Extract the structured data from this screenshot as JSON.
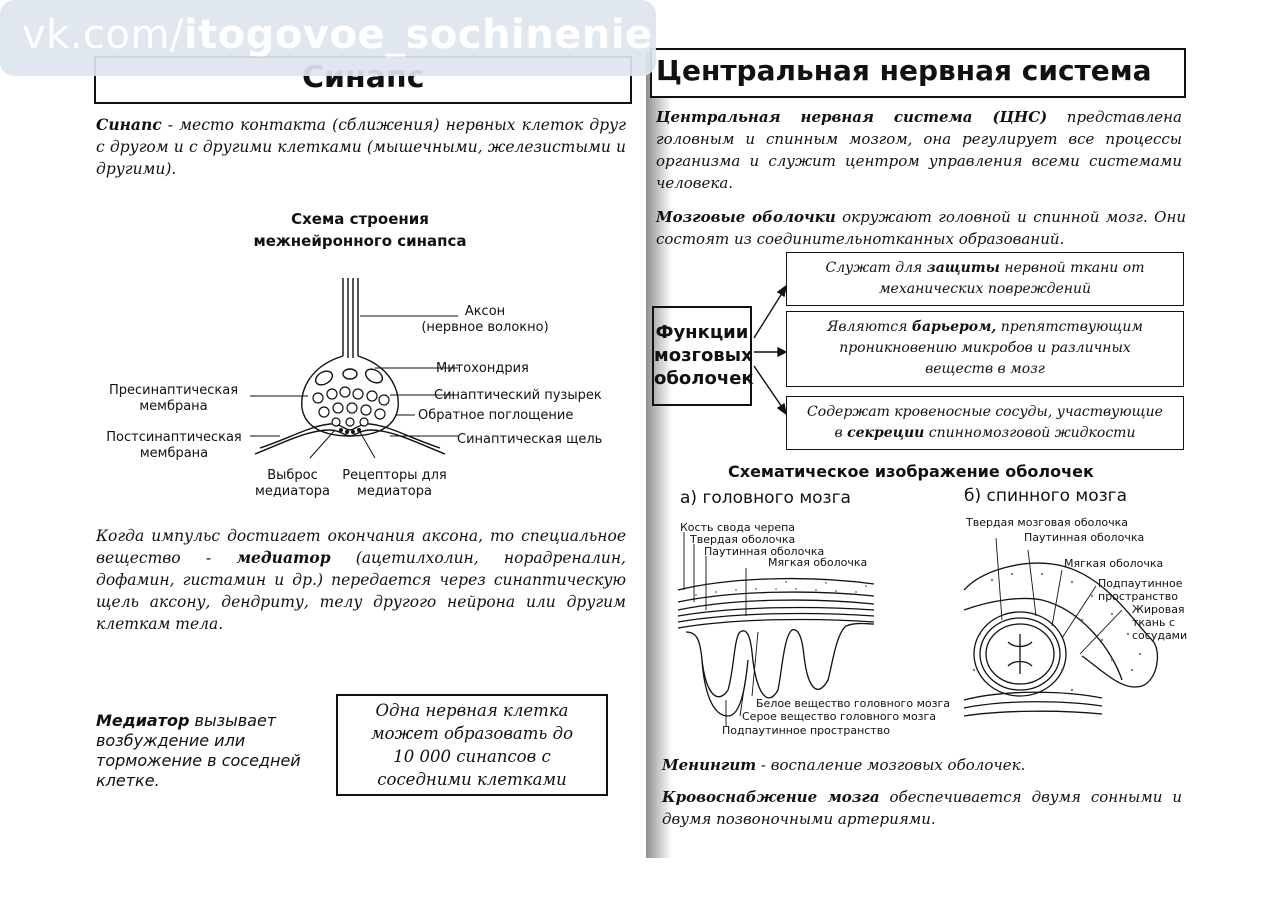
{
  "watermark": {
    "prefix": "vk.com/",
    "handle": "itogovoe_sochinenie"
  },
  "left": {
    "title": "Синапс",
    "def_term": "Синапс",
    "def_text": " - место контакта (сближения) нервных клеток друг с другом и с другими клетками (мышечными, железистыми и другими).",
    "scheme_title": [
      "Схема строения",
      "межнейронного синапса"
    ],
    "labels": {
      "axon": [
        "Аксон",
        "(нервное волокно)"
      ],
      "mito": "Митохондрия",
      "vesicle": "Синаптический пузырек",
      "reuptake": "Обратное поглощение",
      "cleft": "Синаптическая щель",
      "presyn": [
        "Пресинаптическая",
        "мембрана"
      ],
      "postsyn": [
        "Постсинаптическая",
        "мембрана"
      ],
      "release": [
        "Выброс",
        "медиатора"
      ],
      "receptors": [
        "Рецепторы для",
        "медиатора"
      ]
    },
    "impulse_a": "Когда импульс достигает окончания аксона, то специальное вещество - ",
    "impulse_term": "медиатор",
    "impulse_b": " (ацетилхолин, норадреналин, дофамин, гистамин и др.) передается через синаптическую щель аксону, дендриту, телу другого нейрона или другим клеткам тела.",
    "mediator_term": "Медиатор",
    "mediator_text": " вызывает возбуждение или торможение в соседней клетке.",
    "box_lines": [
      "Одна нервная клетка",
      "может образовать до",
      "10 000 синапсов с",
      "соседними клетками"
    ]
  },
  "right": {
    "title": "Центральная нервная система",
    "cns_term": "Центральная нервная система (ЦНС)",
    "cns_text": " представлена головным и спинным мозгом, она регулирует все процессы организма и служит центром управления всеми системами человека.",
    "mem_term": "Мозговые оболочки",
    "mem_text": " окружают головной и спинной мозг. Они состоят из соединительнотканных образований.",
    "func_title": [
      "Функции",
      "мозговых",
      "оболочек"
    ],
    "func1_a": "Служат для ",
    "func1_b": "защиты",
    "func1_c": " нервной ткани от",
    "func1_d": "механических повреждений",
    "func2_a": "Являются ",
    "func2_b": "барьером,",
    "func2_c": " препятствующим",
    "func2_d": "проникновению микробов и различных",
    "func2_e": "веществ в мозг",
    "func3_a": "Содержат кровеносные сосуды, участвующие",
    "func3_b": "в ",
    "func3_c": "секреции",
    "func3_d": " спинномозговой жидкости",
    "schema_title": "Схематическое изображение оболочек",
    "brain_title": "а) головного мозга",
    "spine_title": "б) спинного мозга",
    "brain_labels": {
      "skull": "Кость свода черепа",
      "dura": "Твердая оболочка",
      "arach": "Паутинная оболочка",
      "pia": "Мягкая оболочка",
      "white": "Белое вещество головного мозга",
      "grey": "Серое вещество головного мозга",
      "subarach": "Подпаутинное пространство"
    },
    "spine_labels": {
      "dura": "Твердая мозговая оболочка",
      "arach": "Паутинная оболочка",
      "pia": "Мягкая оболочка",
      "subarach": [
        "Подпаутинное",
        "пространство"
      ],
      "fat": [
        "Жировая",
        "ткань с",
        "сосудами"
      ]
    },
    "meningitis_term": "Менингит",
    "meningitis_text": " - воспаление мозговых оболочек.",
    "blood_term": "Кровоснабжение мозга",
    "blood_text": " обеспечивается двумя сонными и двумя позвоночными артериями."
  }
}
